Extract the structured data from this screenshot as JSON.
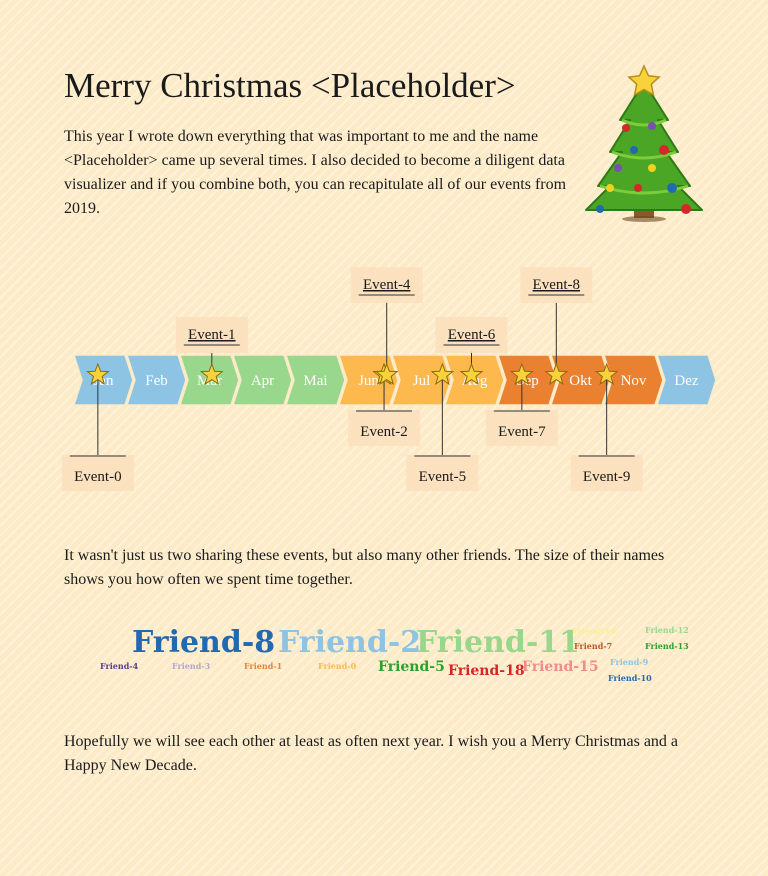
{
  "title": "Merry Christmas <Placeholder>",
  "intro": "This year I wrote down everything that was important to me and the name <Placeholder> came up several times. I also decided to become a diligent data visualizer and if you combine both, you can recapitulate all of our events from 2019.",
  "timeline": {
    "months": [
      {
        "label": "Jan",
        "color": "#8dc3e3"
      },
      {
        "label": "Feb",
        "color": "#8dc3e3"
      },
      {
        "label": "Mär",
        "color": "#98d78c"
      },
      {
        "label": "Apr",
        "color": "#98d78c"
      },
      {
        "label": "Mai",
        "color": "#98d78c"
      },
      {
        "label": "Jun",
        "color": "#fdb84e"
      },
      {
        "label": "Jul",
        "color": "#fdb84e"
      },
      {
        "label": "Aug",
        "color": "#fdb84e"
      },
      {
        "label": "Sep",
        "color": "#ea8130"
      },
      {
        "label": "Okt",
        "color": "#ea8130"
      },
      {
        "label": "Nov",
        "color": "#ea8130"
      },
      {
        "label": "Dez",
        "color": "#8dc3e3"
      }
    ],
    "events": [
      {
        "label": "Event-0",
        "month": 0.45,
        "side": "below",
        "tier": 2
      },
      {
        "label": "Event-1",
        "month": 2.6,
        "side": "above",
        "tier": 1
      },
      {
        "label": "Event-2",
        "month": 5.85,
        "side": "below",
        "tier": 1
      },
      {
        "label": "Event-4",
        "month": 5.9,
        "side": "above",
        "tier": 2
      },
      {
        "label": "Event-5",
        "month": 6.95,
        "side": "below",
        "tier": 2
      },
      {
        "label": "Event-6",
        "month": 7.5,
        "side": "above",
        "tier": 1
      },
      {
        "label": "Event-7",
        "month": 8.45,
        "side": "below",
        "tier": 1
      },
      {
        "label": "Event-8",
        "month": 9.1,
        "side": "above",
        "tier": 2
      },
      {
        "label": "Event-9",
        "month": 10.05,
        "side": "below",
        "tier": 2
      }
    ]
  },
  "mid": "It wasn't just us two sharing these events, but also many other friends. The size of their names shows you how often we spent time together.",
  "friends": [
    {
      "label": "Friend-8",
      "weight": 30,
      "color": "#2369b0"
    },
    {
      "label": "Friend-2",
      "weight": 30,
      "color": "#8dc3e3"
    },
    {
      "label": "Friend-11",
      "weight": 30,
      "color": "#98d78c"
    },
    {
      "label": "Friend-4",
      "weight": 8,
      "color": "#5a3c8e"
    },
    {
      "label": "Friend-3",
      "weight": 8,
      "color": "#b3a6d3"
    },
    {
      "label": "Friend-1",
      "weight": 8,
      "color": "#ea8130"
    },
    {
      "label": "Friend-0",
      "weight": 8,
      "color": "#fdb84e"
    },
    {
      "label": "Friend-5",
      "weight": 14,
      "color": "#2ca02c"
    },
    {
      "label": "Friend-18",
      "weight": 14,
      "color": "#d62728"
    },
    {
      "label": "Friend-15",
      "weight": 14,
      "color": "#f28b8b"
    },
    {
      "label": "Friend-12",
      "weight": 8,
      "color": "#98d78c"
    },
    {
      "label": "Friend-13",
      "weight": 8,
      "color": "#2ca02c"
    },
    {
      "label": "Friend-7",
      "weight": 8,
      "color": "#b85a28"
    },
    {
      "label": "Friend-9",
      "weight": 8,
      "color": "#8dc3e3"
    },
    {
      "label": "Friend-10",
      "weight": 8,
      "color": "#2369b0"
    },
    {
      "label": "Friend-14",
      "weight": 8,
      "color": "#fdf28a"
    }
  ],
  "outro": "Hopefully we will see each other at least as often next year. I wish you a Merry Christmas and a Happy New Decade."
}
